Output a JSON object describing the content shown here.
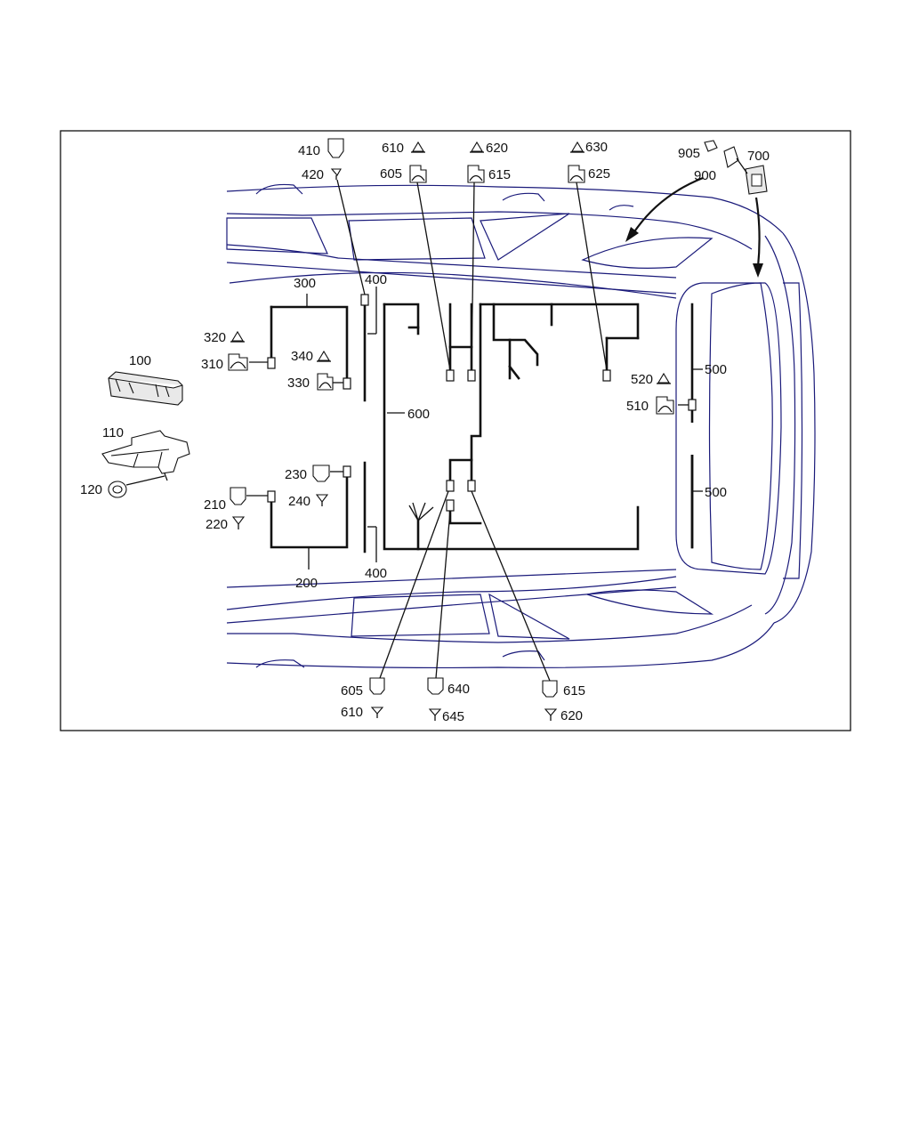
{
  "callouts": {
    "c100": "100",
    "c110": "110",
    "c120": "120",
    "c200": "200",
    "c210": "210",
    "c220": "220",
    "c230": "230",
    "c240": "240",
    "c300": "300",
    "c310": "310",
    "c320": "320",
    "c330": "330",
    "c340": "340",
    "c400a": "400",
    "c400b": "400",
    "c410": "410",
    "c420": "420",
    "c500a": "500",
    "c500b": "500",
    "c510": "510",
    "c520": "520",
    "c600": "600",
    "c605a": "605",
    "c610a": "610",
    "c615a": "615",
    "c620a": "620",
    "c625": "625",
    "c630": "630",
    "c605b": "605",
    "c610b": "610",
    "c640": "640",
    "c645": "645",
    "c615b": "615",
    "c620b": "620",
    "c700": "700",
    "c900": "900",
    "c905": "905"
  }
}
